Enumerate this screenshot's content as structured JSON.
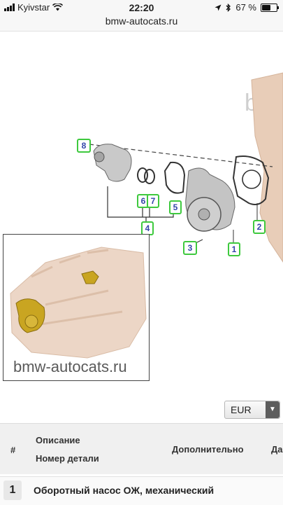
{
  "status_bar": {
    "carrier": "Kyivstar",
    "time": "22:20",
    "battery": "67 %",
    "battery_level": 0.67
  },
  "browser": {
    "url": "bmw-autocats.ru"
  },
  "diagram": {
    "watermark_top": "bm",
    "watermark_inset": "bmw-autocats.ru",
    "callouts": [
      "8",
      "6",
      "7",
      "5",
      "4",
      "3",
      "1",
      "2"
    ]
  },
  "currency": {
    "selected": "EUR"
  },
  "table": {
    "col_num": "#",
    "col_desc_1": "Описание",
    "col_desc_2": "Номер детали",
    "col_extra": "Дополнительно",
    "col_cut": "Да",
    "rows": [
      {
        "num": "1",
        "description": "Оборотный насос ОЖ, механический"
      }
    ]
  }
}
